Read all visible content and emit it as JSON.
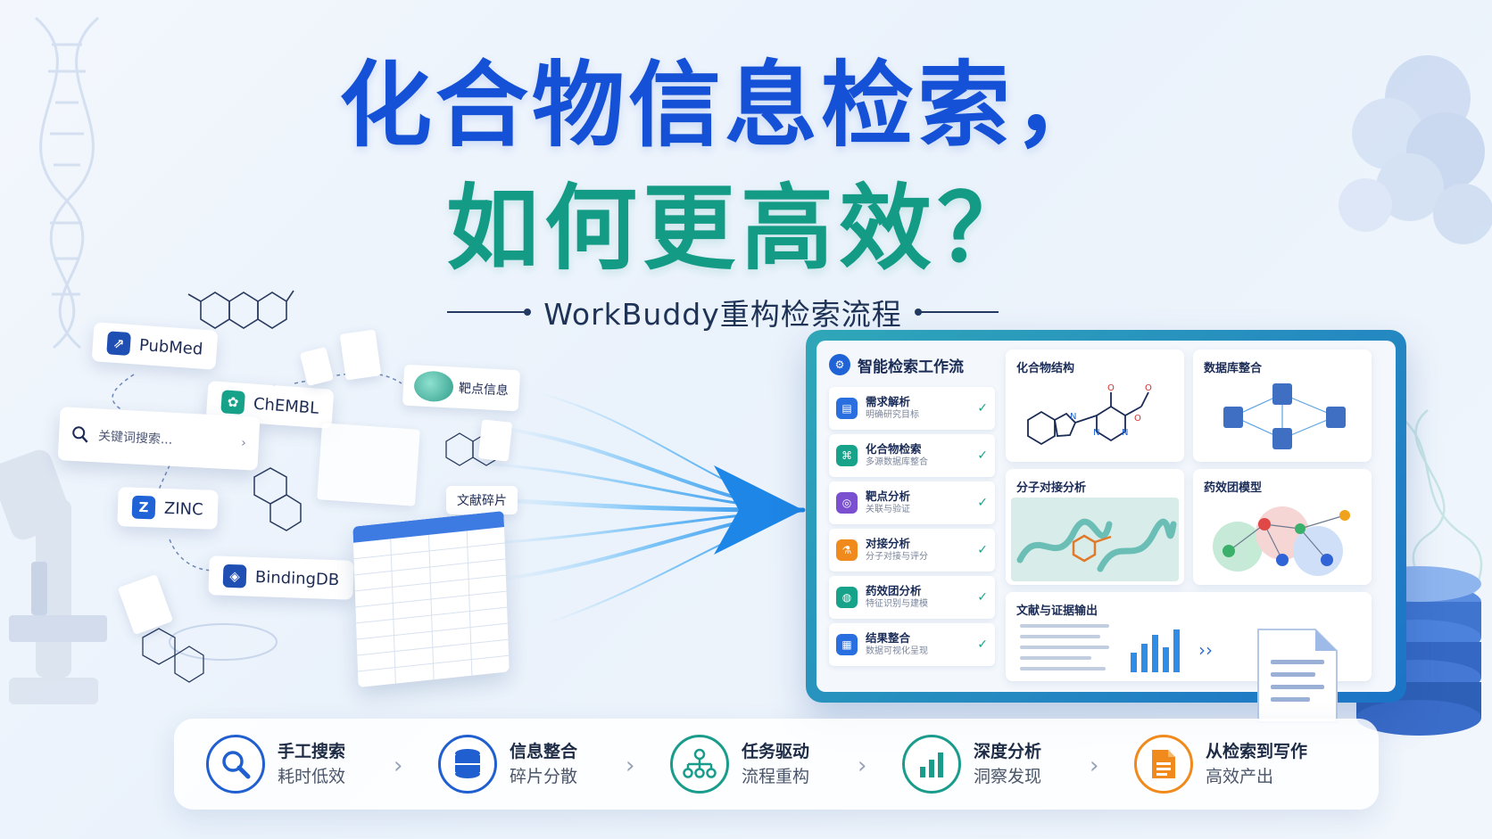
{
  "title": {
    "line1": "化合物信息检索，",
    "line2": "如何更高效？",
    "subtitle": "WorkBuddy重构检索流程"
  },
  "sources": {
    "pubmed": "PubMed",
    "chembl": "ChEMBL",
    "zinc": "ZINC",
    "bindingdb": "BindingDB",
    "search_placeholder": "关键词搜索...",
    "target_tag": "靶点信息",
    "fragment_tag": "文献碎片"
  },
  "workflow": {
    "title": "智能检索工作流",
    "steps": [
      {
        "title": "需求解析",
        "sub": "明确研究目标"
      },
      {
        "title": "化合物检索",
        "sub": "多源数据库整合"
      },
      {
        "title": "靶点分析",
        "sub": "关联与验证"
      },
      {
        "title": "对接分析",
        "sub": "分子对接与评分"
      },
      {
        "title": "药效团分析",
        "sub": "特征识别与建模"
      },
      {
        "title": "结果整合",
        "sub": "数据可视化呈现"
      }
    ]
  },
  "tiles": {
    "structure": "化合物结构",
    "database": "数据库整合",
    "docking": "分子对接分析",
    "pharmacophore": "药效团模型",
    "literature": "文献与证据输出"
  },
  "features": [
    {
      "title": "手工搜索",
      "sub": "耗时低效",
      "color": "#1f5fd0",
      "icon": "magnifier-icon"
    },
    {
      "title": "信息整合",
      "sub": "碎片分散",
      "color": "#1f5fd0",
      "icon": "database-icon"
    },
    {
      "title": "任务驱动",
      "sub": "流程重构",
      "color": "#1a9c8c",
      "icon": "hierarchy-icon"
    },
    {
      "title": "深度分析",
      "sub": "洞察发现",
      "color": "#1a9c8c",
      "icon": "bar-chart-icon"
    },
    {
      "title": "从检索到写作",
      "sub": "高效产出",
      "color": "#f08a1c",
      "icon": "document-icon"
    }
  ]
}
